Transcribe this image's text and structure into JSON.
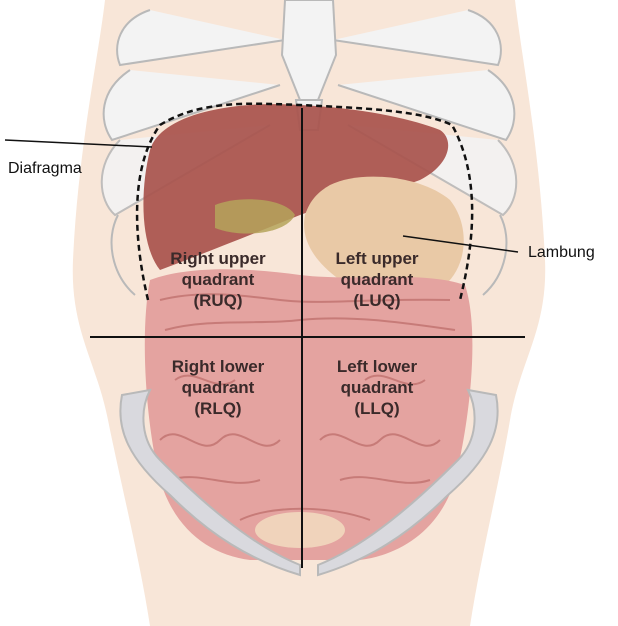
{
  "callouts": {
    "diaphragm": "Diafragma",
    "stomach": "Lambung"
  },
  "quadrants": {
    "ruq": {
      "line1": "Right upper",
      "line2": "quadrant",
      "abbr": "(RUQ)"
    },
    "luq": {
      "line1": "Left upper",
      "line2": "quadrant",
      "abbr": "(LUQ)"
    },
    "rlq": {
      "line1": "Right lower",
      "line2": "quadrant",
      "abbr": "(RLQ)"
    },
    "llq": {
      "line1": "Left lower",
      "line2": "quadrant",
      "abbr": "(LLQ)"
    }
  },
  "colors": {
    "skin": "#f8e6d8",
    "bone": "#f3f3f3",
    "bone_outline": "#b9b9b9",
    "liver": "#a8524c",
    "stomach": "#e9c9a6",
    "intestine": "#e4a3a0",
    "intestine_dark": "#c77b78",
    "pelvis": "#d9d9de",
    "gallbladder": "#b5a35a",
    "divider_line": "#111111"
  }
}
